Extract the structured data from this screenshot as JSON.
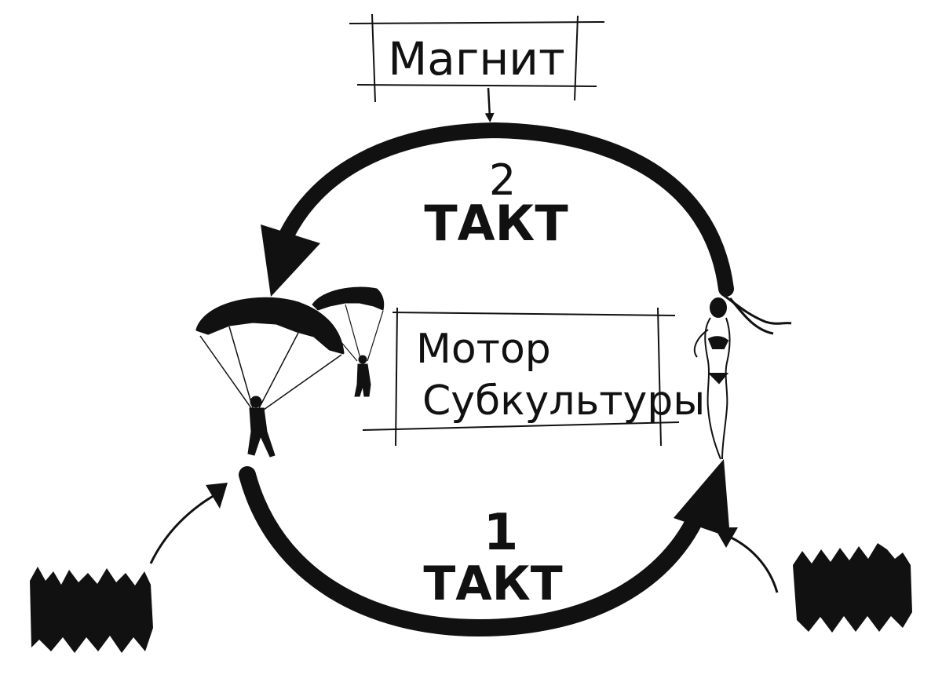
{
  "top_box": {
    "label": "Магнит"
  },
  "center_box": {
    "line1": "Мотор",
    "line2": "Субкультуры"
  },
  "cycle_top": {
    "number": "2",
    "label": "ТАКТ"
  },
  "cycle_bottom": {
    "number": "1",
    "label": "ТАКТ"
  },
  "colors": {
    "ink": "#111111",
    "background": "#ffffff"
  },
  "icons": [
    "parachutists-icon",
    "woman-figure-icon",
    "crowd-left-icon",
    "crowd-right-icon"
  ]
}
